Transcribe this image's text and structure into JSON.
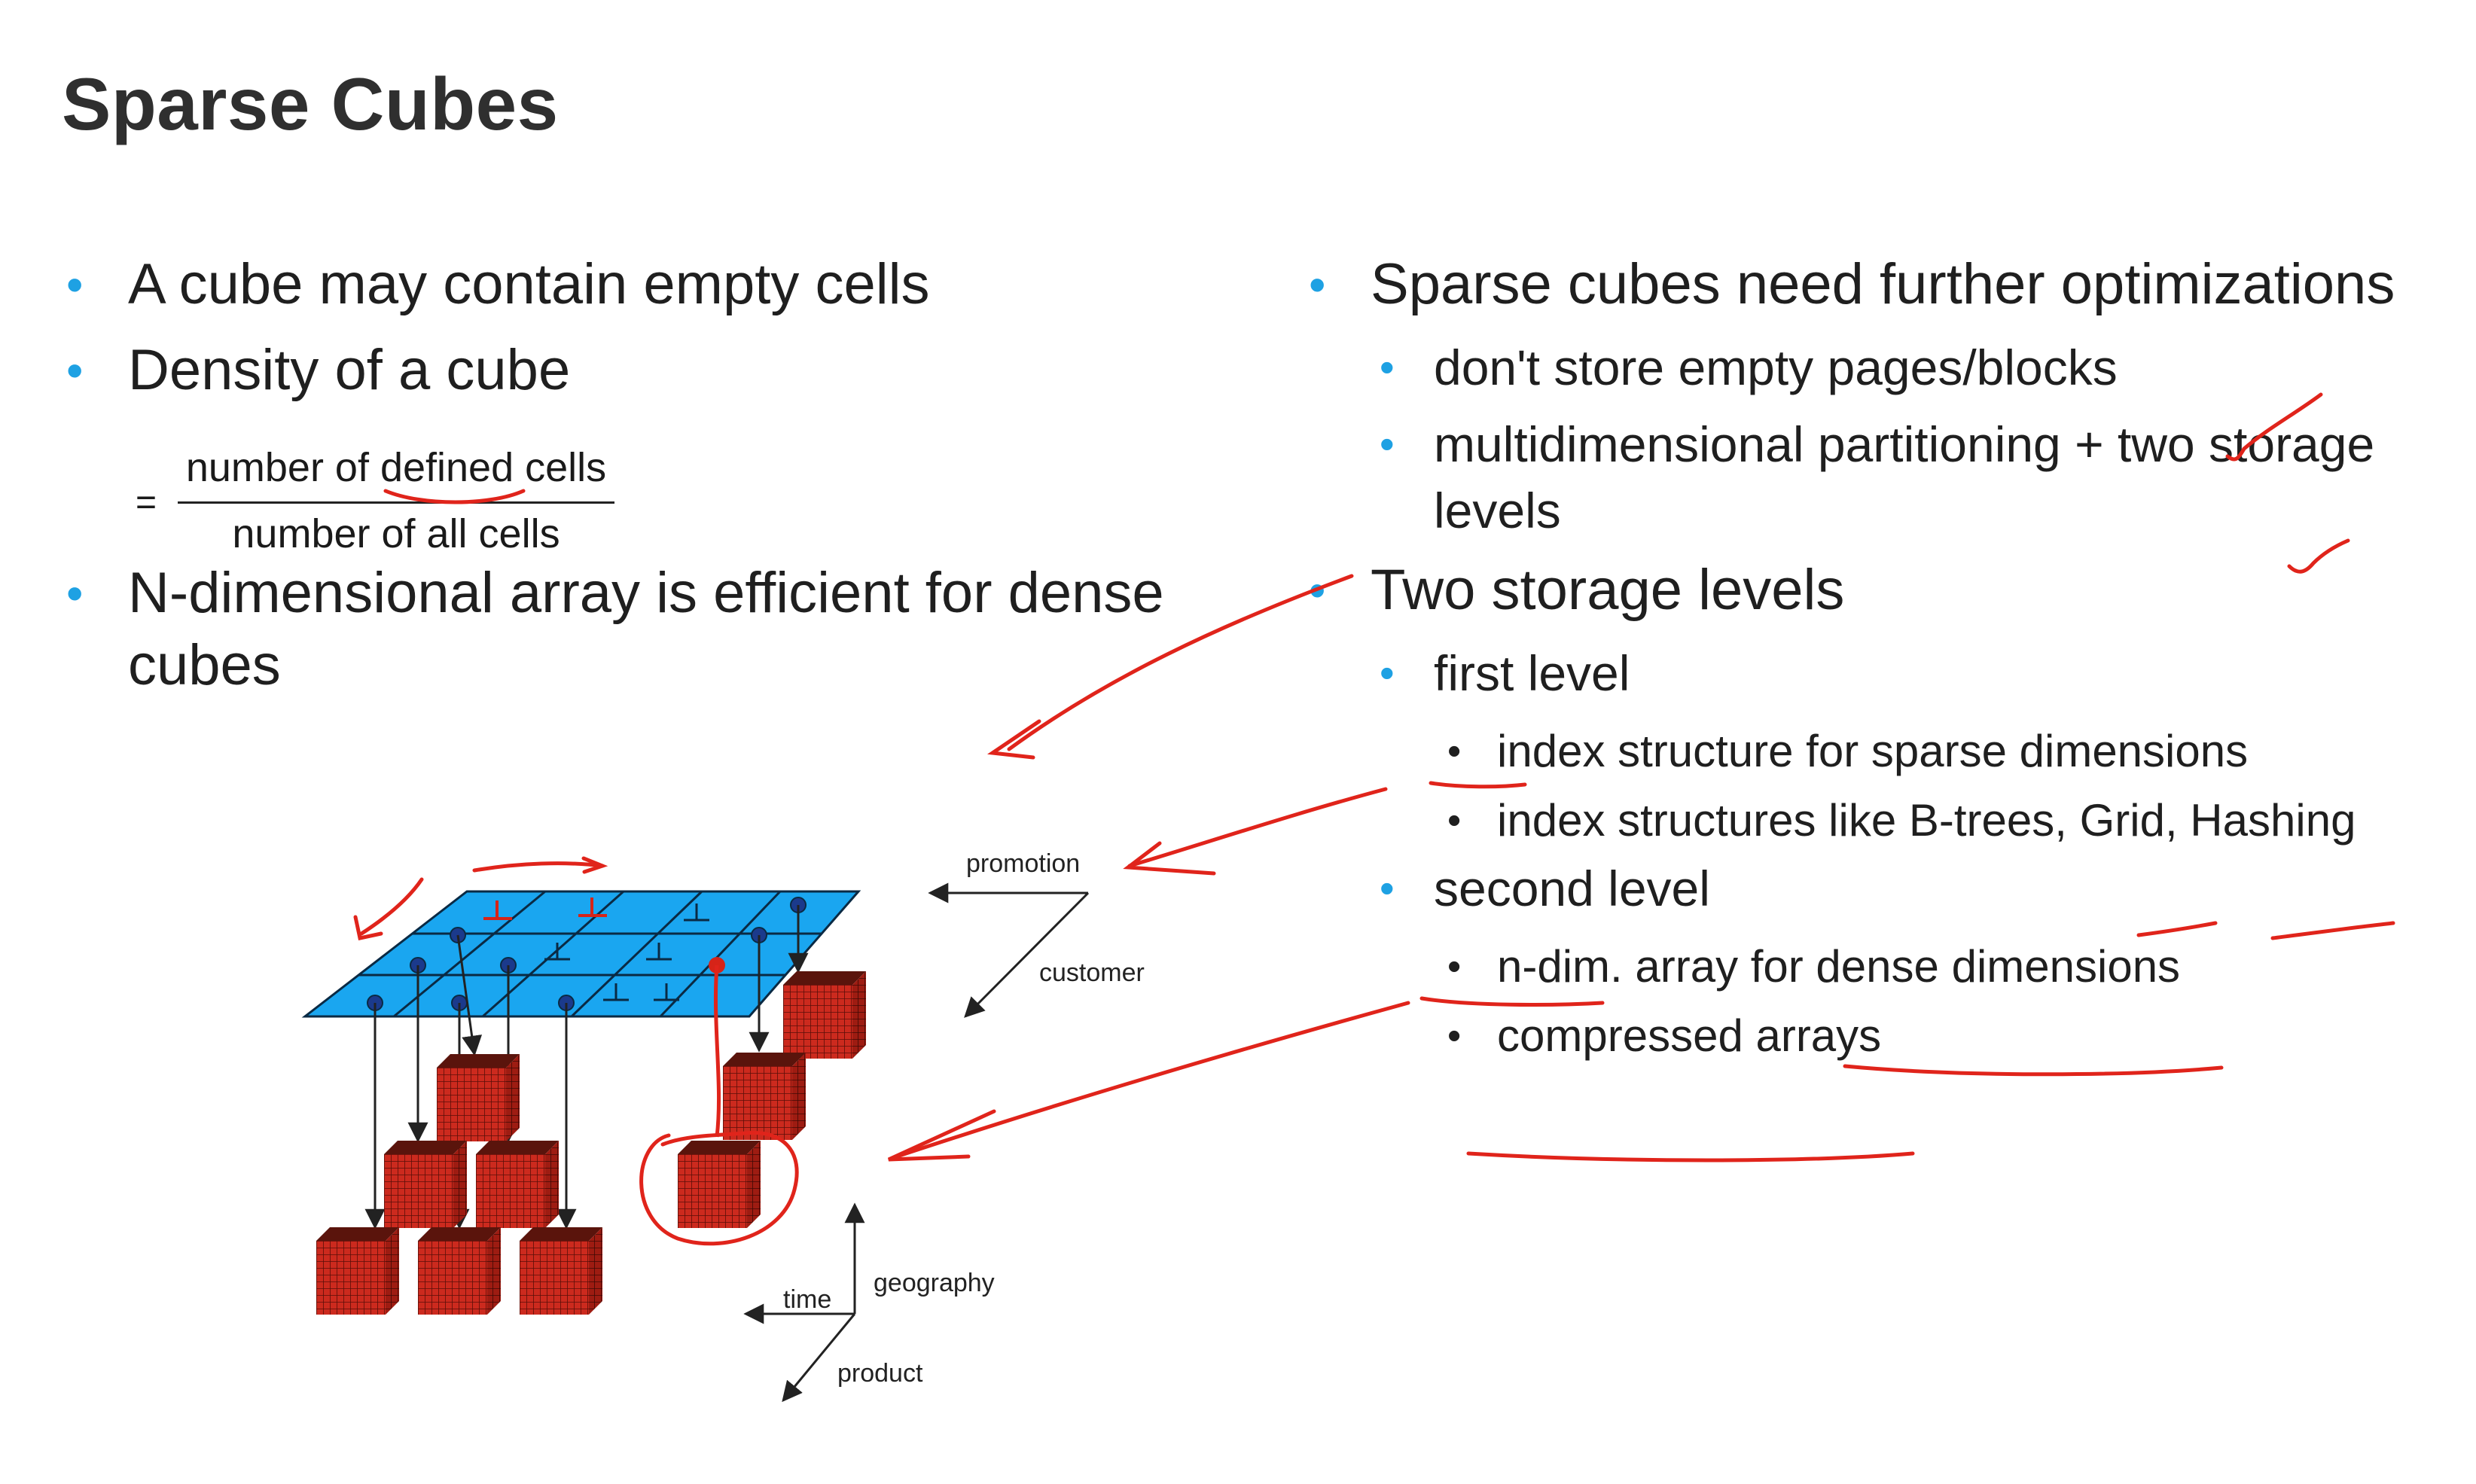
{
  "title": "Sparse Cubes",
  "left_bullets": [
    "A cube may contain empty cells",
    "Density of a cube",
    "N-dimensional array is efficient for dense cubes"
  ],
  "formula": {
    "equals": "=",
    "numerator": "number of defined cells",
    "denominator": "number of all cells"
  },
  "right_bullets": {
    "b1": "Sparse cubes need further optimizations",
    "b1_sub1": "don't store empty pages/blocks",
    "b1_sub2": "multidimensional partitioning + two storage levels",
    "b2": "Two storage levels",
    "b2_sub1": "first level",
    "b2_sub1_a": "index structure for sparse dimensions",
    "b2_sub1_b": "index structures like B-trees, Grid, Hashing",
    "b2_sub2": "second level",
    "b2_sub2_a": "n-dim. array for dense dimensions",
    "b2_sub2_b": "compressed arrays"
  },
  "diagram_labels": {
    "promotion": "promotion",
    "customer": "customer",
    "geography": "geography",
    "time": "time",
    "product": "product"
  },
  "colors": {
    "bullet": "#1ea1e3",
    "grid_blue": "#1aa6f0",
    "cube_red": "#cc2a1e",
    "ink_red": "#e0241b"
  }
}
